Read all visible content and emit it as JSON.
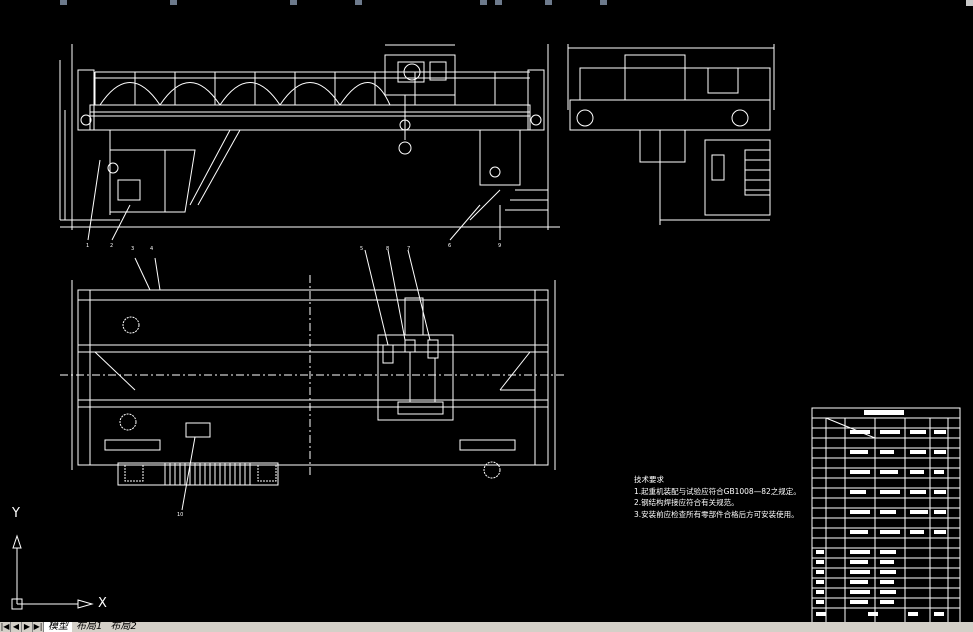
{
  "toolbar": {
    "icon_names": [
      "toolbar-icon-1",
      "toolbar-icon-2",
      "toolbar-icon-3",
      "toolbar-icon-4",
      "toolbar-icon-5",
      "toolbar-icon-6",
      "toolbar-icon-7",
      "toolbar-icon-8"
    ]
  },
  "technical_notes": {
    "title": "技术要求",
    "items": [
      "1.起重机装配与试验应符合GB1008—82之规定。",
      "2.钢结构焊接应符合有关规范。",
      "3.安装前应检查所有零部件合格后方可安装使用。"
    ]
  },
  "ucs": {
    "x_label": "X",
    "y_label": "Y"
  },
  "balloons": [
    "1",
    "2",
    "3",
    "4",
    "5",
    "6",
    "7",
    "8",
    "9",
    "10"
  ],
  "tabs": {
    "nav": [
      "|◀",
      "◀",
      "▶",
      "▶|"
    ],
    "items": [
      "模型",
      "布局1",
      "布局2"
    ],
    "active_index": 0
  },
  "colors": {
    "background": "#000000",
    "lines": "#ffffff",
    "tabbar": "#d4d0c8"
  }
}
